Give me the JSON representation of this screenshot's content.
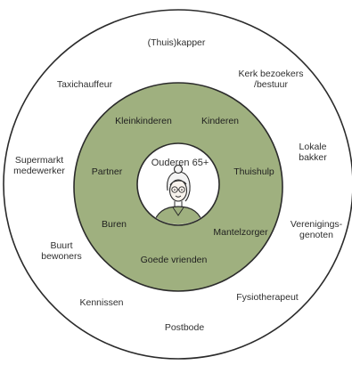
{
  "colors": {
    "outer_ring_fill": "#ffffff",
    "middle_ring_fill": "#9fb07f",
    "inner_circle_fill": "#ffffff",
    "stroke": "#2b2b2b"
  },
  "center": {
    "label": "Ouderen 65+",
    "icon": "elderly-woman-with-glasses-icon"
  },
  "inner_ring": {
    "items": [
      {
        "id": "kleinkinderen",
        "label": "Kleinkinderen"
      },
      {
        "id": "kinderen",
        "label": "Kinderen"
      },
      {
        "id": "partner",
        "label": "Partner"
      },
      {
        "id": "thuishulp",
        "label": "Thuishulp"
      },
      {
        "id": "buren",
        "label": "Buren"
      },
      {
        "id": "mantelzorger",
        "label": "Mantelzorger"
      },
      {
        "id": "goede-vrienden",
        "label": "Goede vrienden"
      }
    ]
  },
  "outer_ring": {
    "items": [
      {
        "id": "thuiskapper",
        "lines": [
          "(Thuis)kapper"
        ]
      },
      {
        "id": "taxichauffeur",
        "lines": [
          "Taxichauffeur"
        ]
      },
      {
        "id": "kerk",
        "lines": [
          "Kerk bezoekers",
          "/bestuur"
        ]
      },
      {
        "id": "supermarkt",
        "lines": [
          "Supermarkt",
          "medewerker"
        ]
      },
      {
        "id": "lokale-bakker",
        "lines": [
          "Lokale",
          "bakker"
        ]
      },
      {
        "id": "verenigingsgenoten",
        "lines": [
          "Verenigings-",
          "genoten"
        ]
      },
      {
        "id": "buurtbewoners",
        "lines": [
          "Buurt",
          "bewoners"
        ]
      },
      {
        "id": "kennissen",
        "lines": [
          "Kennissen"
        ]
      },
      {
        "id": "fysiotherapeut",
        "lines": [
          "Fysiotherapeut"
        ]
      },
      {
        "id": "postbode",
        "lines": [
          "Postbode"
        ]
      }
    ]
  }
}
